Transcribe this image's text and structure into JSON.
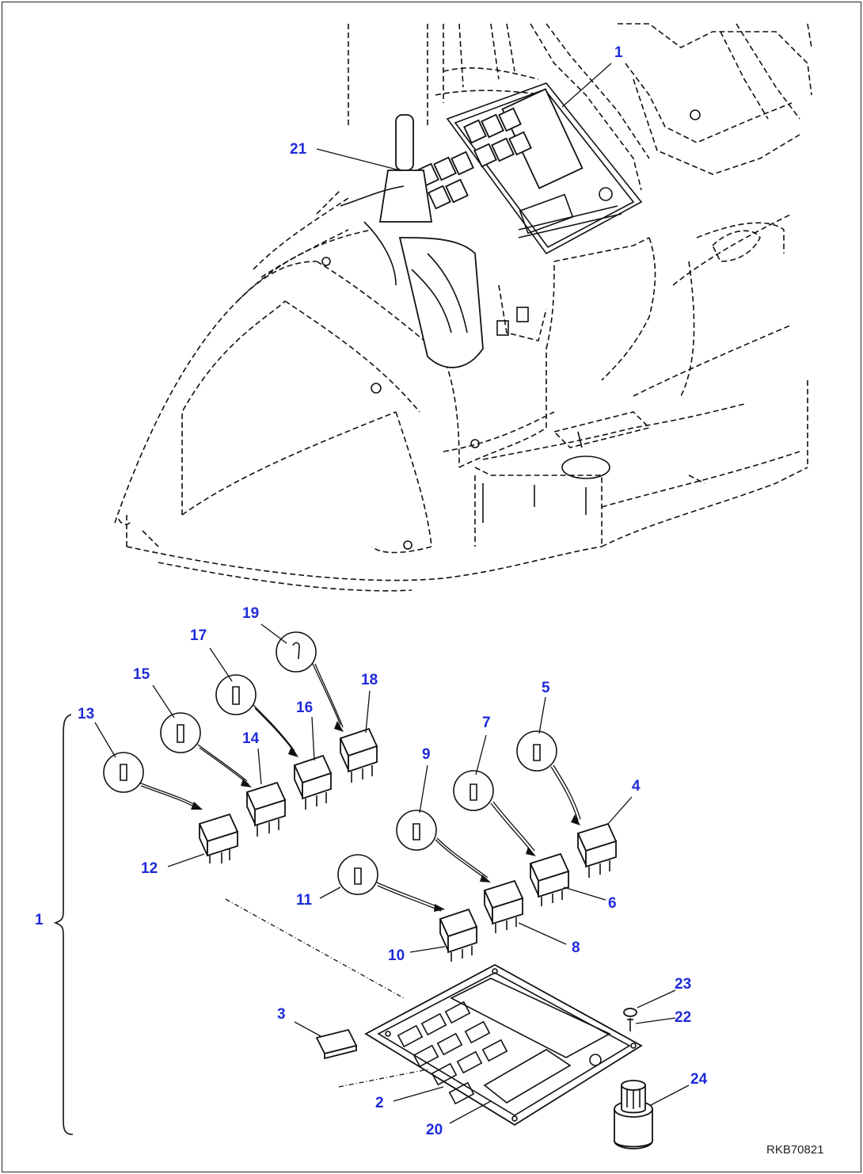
{
  "document_id": "RKB70821",
  "callouts": [
    {
      "id": "c1-top",
      "text": "1"
    },
    {
      "id": "c21",
      "text": "21"
    },
    {
      "id": "c19",
      "text": "19"
    },
    {
      "id": "c17",
      "text": "17"
    },
    {
      "id": "c15",
      "text": "15"
    },
    {
      "id": "c13",
      "text": "13"
    },
    {
      "id": "c18",
      "text": "18"
    },
    {
      "id": "c16",
      "text": "16"
    },
    {
      "id": "c14",
      "text": "14"
    },
    {
      "id": "c12",
      "text": "12"
    },
    {
      "id": "c5",
      "text": "5"
    },
    {
      "id": "c7",
      "text": "7"
    },
    {
      "id": "c9",
      "text": "9"
    },
    {
      "id": "c4",
      "text": "4"
    },
    {
      "id": "c6",
      "text": "6"
    },
    {
      "id": "c8",
      "text": "8"
    },
    {
      "id": "c11",
      "text": "11"
    },
    {
      "id": "c10",
      "text": "10"
    },
    {
      "id": "c1-bracket",
      "text": "1"
    },
    {
      "id": "c23",
      "text": "23"
    },
    {
      "id": "c22",
      "text": "22"
    },
    {
      "id": "c3",
      "text": "3"
    },
    {
      "id": "c24",
      "text": "24"
    },
    {
      "id": "c2",
      "text": "2"
    },
    {
      "id": "c20",
      "text": "20"
    }
  ],
  "colors": {
    "callout": "#1f2bd8",
    "line": "#111111",
    "background": "#ffffff"
  }
}
